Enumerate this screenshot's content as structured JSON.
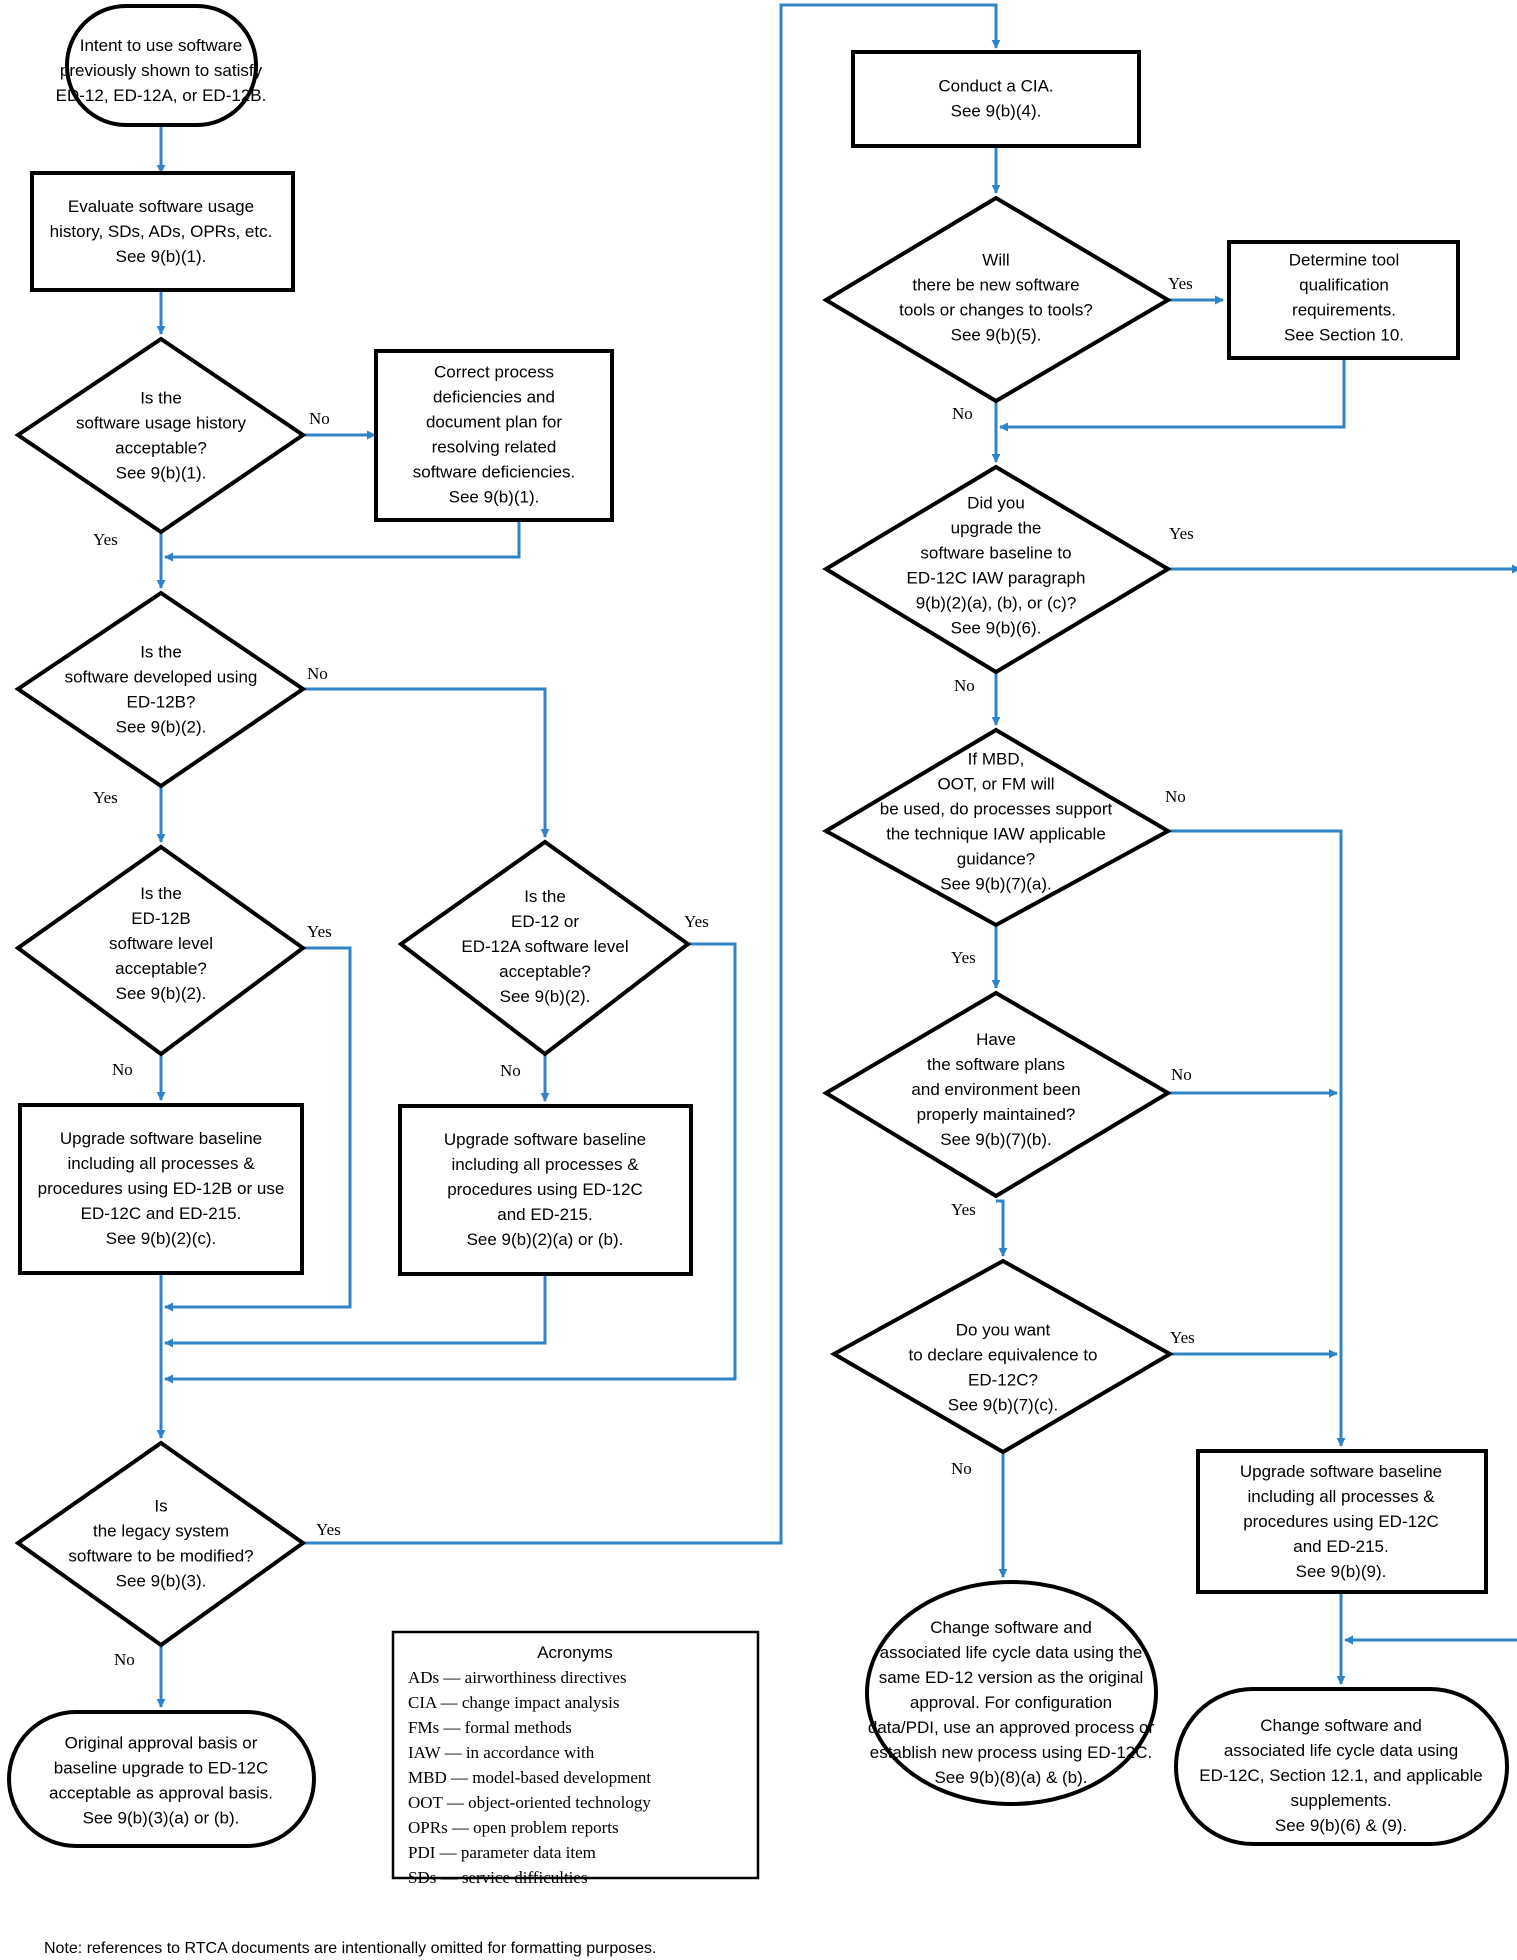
{
  "nodes": {
    "start": [
      "Intent to use software",
      "previously shown to satisfy",
      "ED-12, ED-12A, or ED-12B."
    ],
    "evaluate": [
      "Evaluate software usage",
      "history, SDs, ADs, OPRs, etc.",
      "See 9(b)(1)."
    ],
    "history_ok": [
      "Is the",
      "software usage history",
      "acceptable?",
      "See 9(b)(1)."
    ],
    "correct": [
      "Correct process",
      "deficiencies and",
      "document plan for",
      "resolving related",
      "software deficiencies.",
      "See 9(b)(1)."
    ],
    "dev_12b": [
      "Is the",
      "software developed using",
      "ED-12B?",
      "See 9(b)(2)."
    ],
    "level_12b": [
      "Is the",
      "ED-12B",
      "software level",
      "acceptable?",
      "See 9(b)(2)."
    ],
    "level_12a": [
      "Is the",
      "ED-12 or",
      "ED-12A software level",
      "acceptable?",
      "See 9(b)(2)."
    ],
    "upgrade_12b": [
      "Upgrade software baseline",
      "including all processes &",
      "procedures using ED-12B or use",
      "ED-12C and ED-215.",
      "See 9(b)(2)(c)."
    ],
    "upgrade_12c_left": [
      "Upgrade software baseline",
      "including all processes &",
      "procedures using ED-12C",
      "and ED-215.",
      "See 9(b)(2)(a) or (b)."
    ],
    "modified": [
      "Is",
      "the legacy system",
      "software to be modified?",
      "See 9(b)(3)."
    ],
    "original": [
      "Original approval basis or",
      "baseline upgrade to ED-12C",
      "acceptable as approval basis.",
      "See 9(b)(3)(a) or (b)."
    ],
    "cia": [
      "Conduct a CIA.",
      "See 9(b)(4)."
    ],
    "tools": [
      "Will",
      "there be new software",
      "tools or changes to tools?",
      "See 9(b)(5)."
    ],
    "tool_qual": [
      "Determine tool",
      "qualification",
      "requirements.",
      "See Section 10."
    ],
    "upgraded": [
      "Did you",
      "upgrade the",
      "software baseline to",
      "ED-12C IAW paragraph",
      "9(b)(2)(a), (b), or (c)?",
      "See 9(b)(6)."
    ],
    "mbd": [
      "If MBD,",
      "OOT, or FM will",
      "be used, do processes support",
      "the technique IAW applicable",
      "guidance?",
      "See 9(b)(7)(a)."
    ],
    "plans": [
      "Have",
      "the software plans",
      "and environment been",
      "properly maintained?",
      "See 9(b)(7)(b)."
    ],
    "equiv": [
      "Do you want",
      "to declare equivalence to",
      "ED-12C?",
      "See 9(b)(7)(c)."
    ],
    "upgrade_12c_right": [
      "Upgrade software baseline",
      "including all processes &",
      "procedures using ED-12C",
      "and ED-215.",
      "See 9(b)(9)."
    ],
    "change_same": [
      "Change software and",
      "associated life cycle data using the",
      "same ED-12 version as the original",
      "approval. For configuration",
      "data/PDI, use an approved process or",
      "establish new process using ED-12C.",
      "See 9(b)(8)(a) & (b)."
    ],
    "change_12c": [
      "Change software and",
      "associated life cycle data using",
      "ED-12C, Section 12.1, and applicable",
      "supplements.",
      "See 9(b)(6) & (9)."
    ]
  },
  "edge_labels": {
    "history_no": "No",
    "history_yes": "Yes",
    "dev_no": "No",
    "dev_yes": "Yes",
    "level12b_yes": "Yes",
    "level12b_no": "No",
    "level12a_yes": "Yes",
    "level12a_no": "No",
    "modified_yes": "Yes",
    "modified_no": "No",
    "tools_yes": "Yes",
    "tools_no": "No",
    "upgraded_yes": "Yes",
    "upgraded_no": "No",
    "mbd_no": "No",
    "mbd_yes": "Yes",
    "plans_no": "No",
    "plans_yes": "Yes",
    "equiv_yes": "Yes",
    "equiv_no": "No"
  },
  "acronyms": {
    "title": "Acronyms",
    "items": [
      "ADs — airworthiness directives",
      "CIA — change impact analysis",
      "FMs — formal methods",
      "IAW — in accordance with",
      "MBD — model-based development",
      "OOT — object-oriented technology",
      "OPRs — open problem reports",
      "PDI — parameter data item",
      "SDs — service difficulties"
    ]
  },
  "note": "Note: references to RTCA documents are intentionally omitted for formatting purposes.",
  "colors": {
    "connector": "#2f84c8",
    "outline": "#000000",
    "background": "#ffffff"
  }
}
